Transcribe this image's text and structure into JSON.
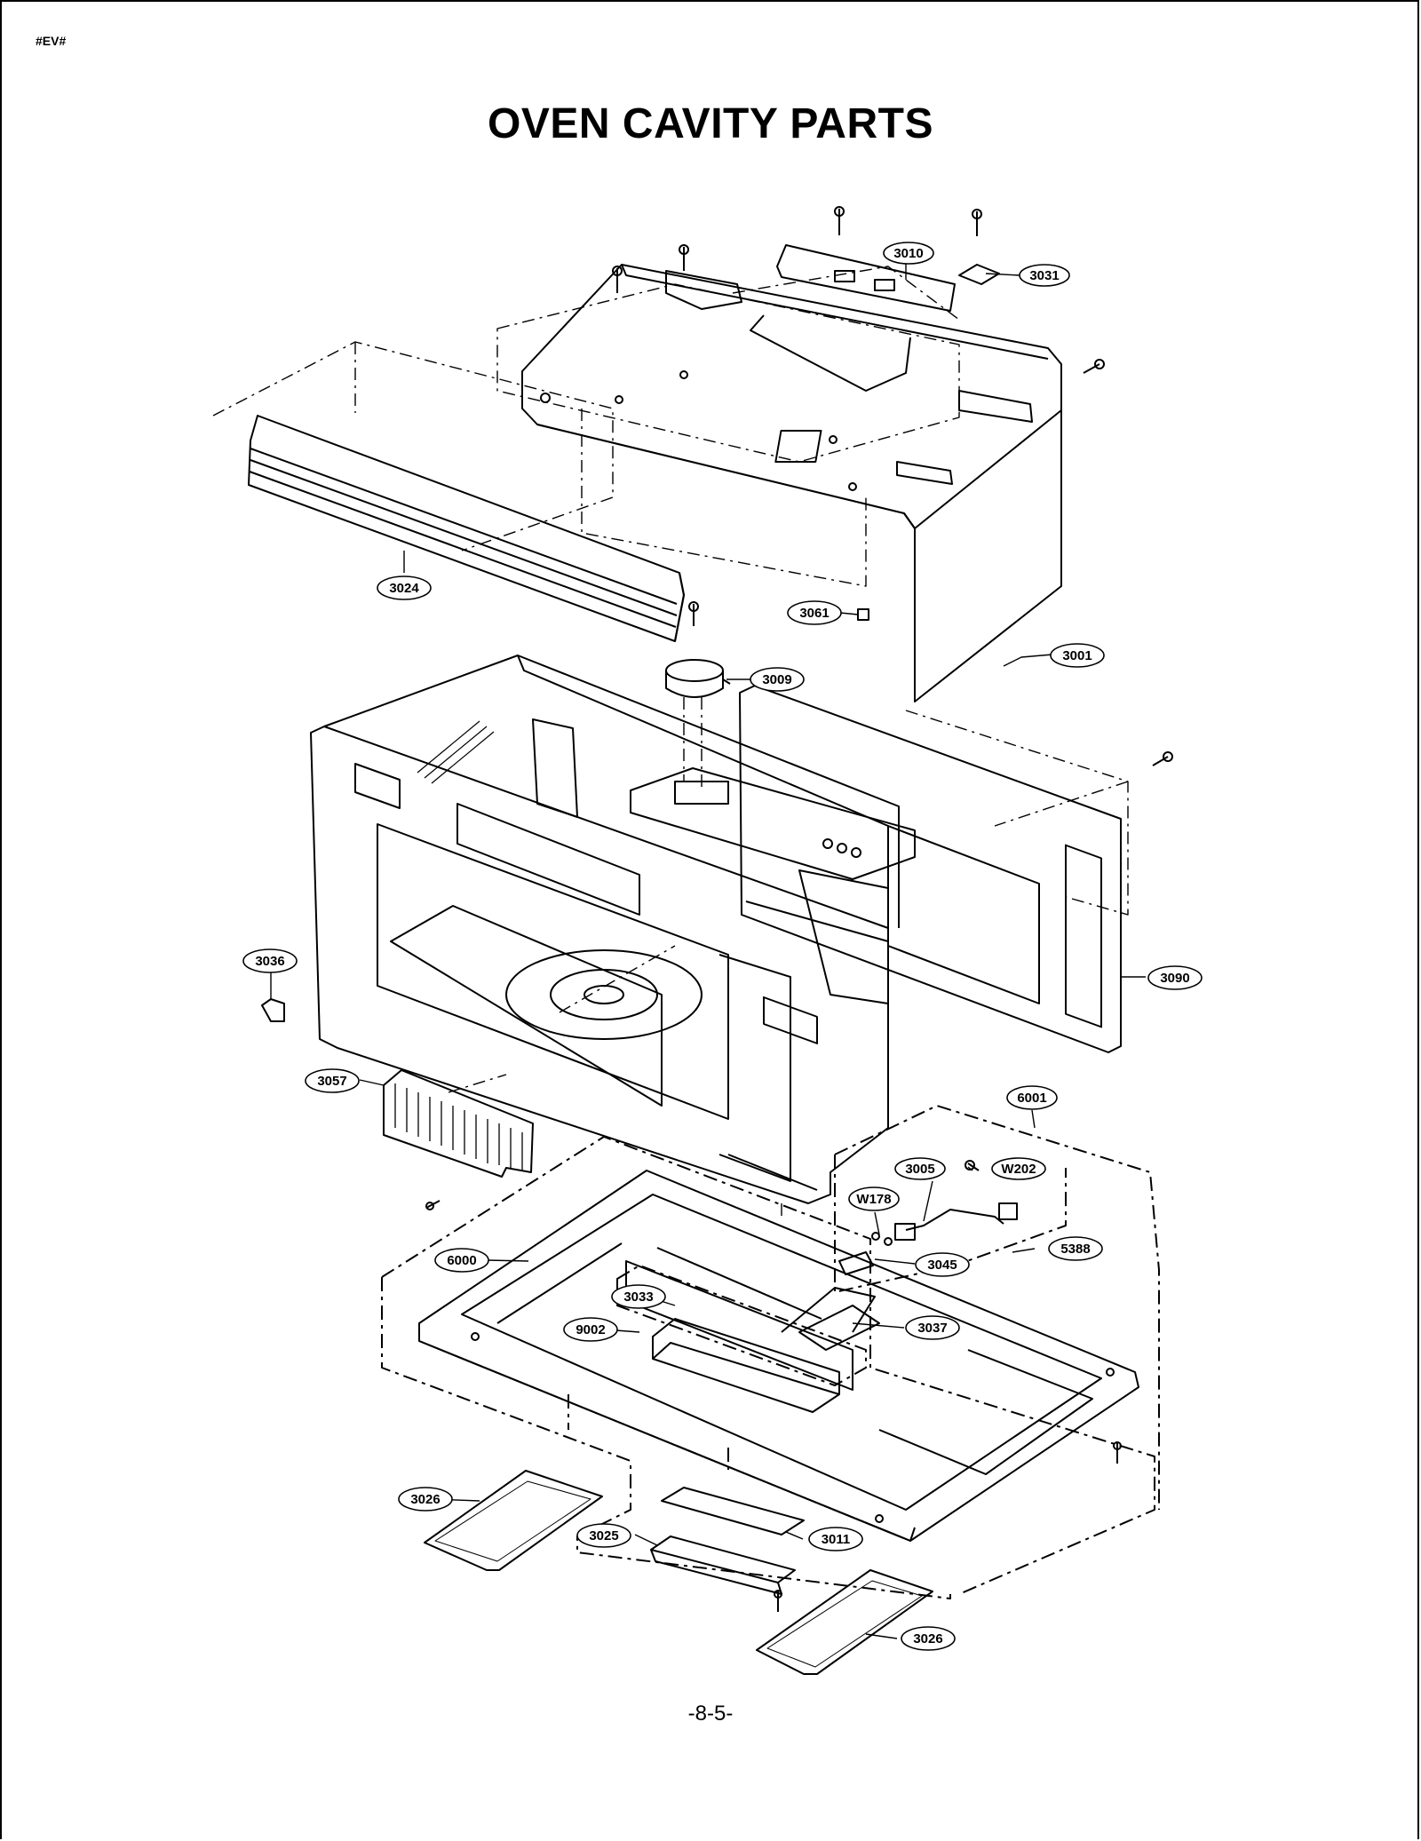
{
  "header": {
    "code": "#EV#",
    "title": "OVEN CAVITY PARTS"
  },
  "footer": {
    "page": "-8-5-"
  },
  "callouts": {
    "c3010": "3010",
    "c3031": "3031",
    "c3024": "3024",
    "c3061": "3061",
    "c3001": "3001",
    "c3009": "3009",
    "c3036": "3036",
    "c3090": "3090",
    "c3057": "3057",
    "c6001": "6001",
    "c3005": "3005",
    "cW202": "W202",
    "cW178": "W178",
    "c6000": "6000",
    "c3045": "3045",
    "c5388": "5388",
    "c3033": "3033",
    "c9002": "9002",
    "c3037": "3037",
    "c3026a": "3026",
    "c3025": "3025",
    "c3011": "3011",
    "c3026b": "3026"
  }
}
